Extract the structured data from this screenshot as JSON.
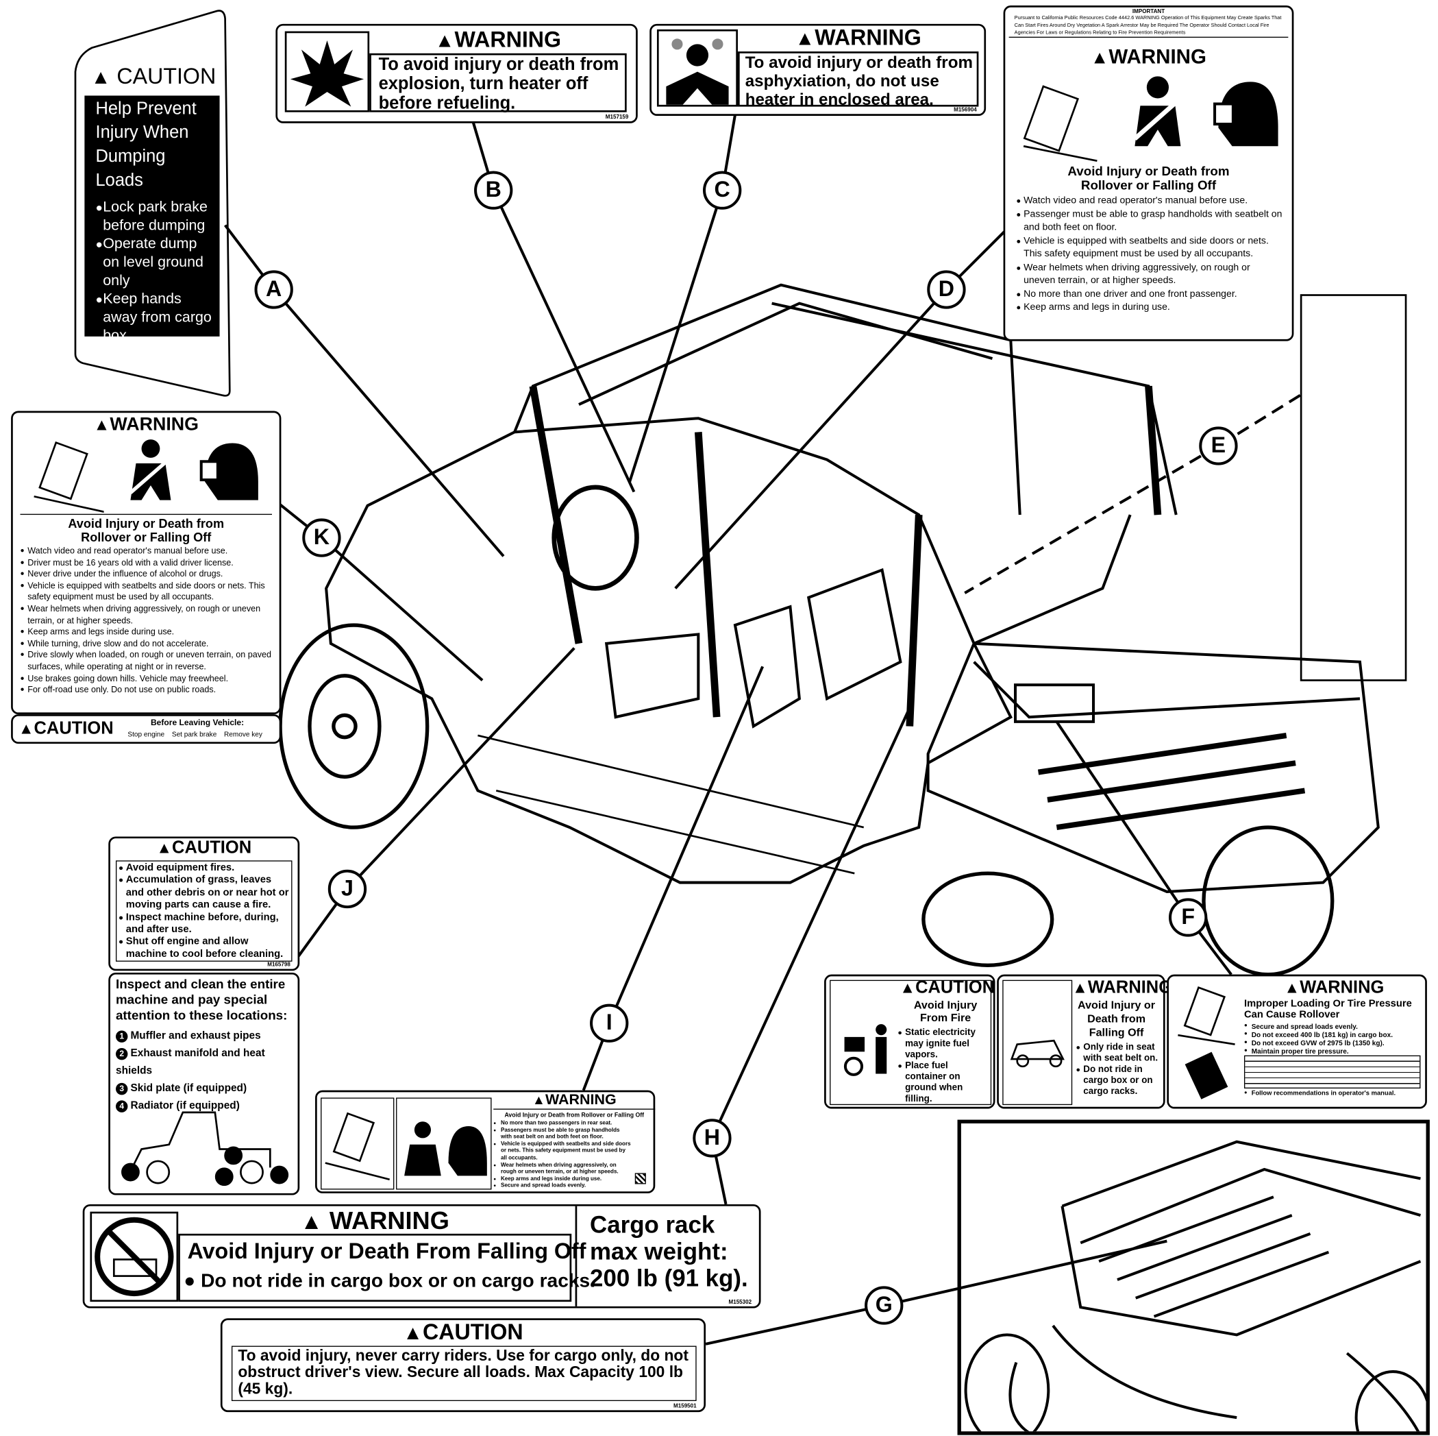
{
  "callouts": [
    "A",
    "B",
    "C",
    "D",
    "E",
    "F",
    "G",
    "H",
    "I",
    "J",
    "K"
  ],
  "label_a": {
    "signal": "CAUTION",
    "heading": "Help Prevent Injury When Dumping Loads",
    "items": [
      "Lock park brake before dumping",
      "Operate dump on level ground only",
      "Keep hands away from cargo box"
    ]
  },
  "label_b": {
    "signal": "WARNING",
    "text": "To avoid injury or death from explosion, turn heater off before refueling.",
    "code": "M157159",
    "icon": "explosion-icon"
  },
  "label_c": {
    "signal": "WARNING",
    "text": "To avoid injury or death from asphyxiation,  do not use heater in enclosed area.",
    "code": "M156904",
    "icon": "asphyxiation-icon"
  },
  "label_d": {
    "important_title": "IMPORTANT",
    "important_text": "Pursuant to California Public Resources Code 4442.6  WARNING  Operation of This Equipment May Create Sparks That Can Start Fires Around Dry Vegetation  A Spark Arrestor May be Required  The Operator Should Contact Local Fire Agencies For Laws or Regulations Relating to Fire Prevention Requirements",
    "signal": "WARNING",
    "heading": "Avoid Injury or Death from Rollover or Falling Off",
    "items": [
      "Watch video and read operator's manual before use.",
      "Passenger must be able to grasp handholds with seatbelt on and both feet on floor.",
      "Vehicle is equipped with seatbelts and side doors or nets. This safety equipment must be used by all occupants.",
      "Wear helmets when driving aggressively, on rough or uneven terrain, or at higher speeds.",
      "No more than one driver and one front passenger.",
      "Keep arms and legs in during use."
    ]
  },
  "label_k": {
    "signal": "WARNING",
    "heading": "Avoid Injury or Death from Rollover or Falling Off",
    "items": [
      "Watch video and read operator's manual before use.",
      "Driver must be 16 years old with a valid driver license.",
      "Never drive under the influence of alcohol or drugs.",
      "Vehicle is equipped with seatbelts and side doors or nets. This safety equipment must be used by all occupants.",
      "Wear helmets when driving aggressively, on rough or uneven terrain, or at higher speeds.",
      "Keep arms and legs inside during use.",
      "While turning, drive slow and do not accelerate.",
      "Drive slowly when loaded, on rough or uneven terrain, on paved surfaces, while operating at night or in reverse.",
      "Use brakes going down hills. Vehicle may freewheel.",
      "For off-road use only. Do not use on public roads."
    ],
    "caution_signal": "CAUTION",
    "caution_heading": "Before Leaving Vehicle:",
    "caution_items": [
      "Stop engine",
      "Set park brake",
      "Remove key"
    ]
  },
  "label_j": {
    "signal": "CAUTION",
    "items": [
      "Avoid equipment fires.",
      "Accumulation of grass, leaves and other debris on or near hot or moving parts can cause a fire.",
      "Inspect machine before, during, and after use.",
      "Shut off engine and allow machine to cool before cleaning."
    ],
    "code": "M165798",
    "inspect_heading": "Inspect and clean the entire machine and pay special attention to these locations:",
    "locations": [
      {
        "n": "1",
        "t": "Muffler and exhaust pipes"
      },
      {
        "n": "2",
        "t": "Exhaust manifold and heat shields"
      },
      {
        "n": "3",
        "t": "Skid plate (if equipped)"
      },
      {
        "n": "4",
        "t": "Radiator (if equipped)"
      }
    ]
  },
  "label_i": {
    "signal": "WARNING",
    "heading": "Avoid Injury or Death from Rollover or Falling Off",
    "items": [
      "No more than two passengers in rear seat.",
      "Passengers must be able to grasp handholds with seat belt on and both feet on floor.",
      "Vehicle is equipped with seatbelts and side doors or nets. This safety equipment must be used by all occupants.",
      "Wear helmets when driving aggressively, on rough or uneven terrain, or at higher speeds.",
      "Keep arms and legs inside during use.",
      "Secure and spread loads evenly."
    ]
  },
  "label_h": {
    "signal": "WARNING",
    "heading": "Avoid Injury or Death From Falling Off",
    "item": "Do not ride in cargo box or on cargo racks.",
    "cargo_rack": "Cargo rack max weight: 200 lb (91 kg).",
    "code": "M155302"
  },
  "label_g": {
    "signal": "CAUTION",
    "text": "To avoid injury, never carry riders. Use for cargo only, do not obstruct driver's view. Secure all loads. Max Capacity 100 lb (45 kg).",
    "code": "M159501"
  },
  "label_f": [
    {
      "signal": "CAUTION",
      "heading": "Avoid Injury From Fire",
      "items": [
        "Static electricity may ignite fuel vapors.",
        "Place fuel container on ground when filling."
      ]
    },
    {
      "signal": "WARNING",
      "heading": "Avoid Injury or Death from Falling Off",
      "items": [
        "Only ride in seat with seat belt on.",
        "Do not ride in cargo box or on cargo racks."
      ]
    },
    {
      "signal": "WARNING",
      "heading": "Improper Loading Or Tire Pressure Can Cause Rollover",
      "items": [
        "Secure and spread loads evenly.",
        "Do not exceed 400 lb (181 kg) in cargo box.",
        "Do not exceed GVW of 2975 lb (1350 kg).",
        "Maintain proper tire pressure.",
        "Follow recommendations in operator's manual."
      ]
    }
  ]
}
